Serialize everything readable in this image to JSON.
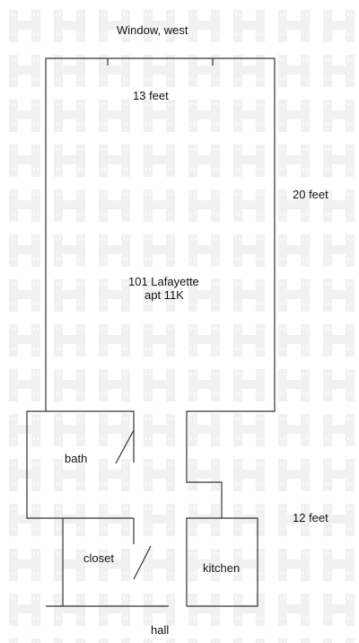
{
  "labels": {
    "window": "Window, west",
    "width": "13 feet",
    "length": "20 feet",
    "address_line1": "101 Lafayette",
    "address_line2": "apt 11K",
    "bath": "bath",
    "lower_length": "12 feet",
    "closet": "closet",
    "kitchen": "kitchen",
    "hall": "hall"
  },
  "colors": {
    "wall": "#333333",
    "text": "#111111",
    "watermark": "#f1f1f1"
  },
  "watermark": {
    "icon": "building-h-watermark"
  }
}
